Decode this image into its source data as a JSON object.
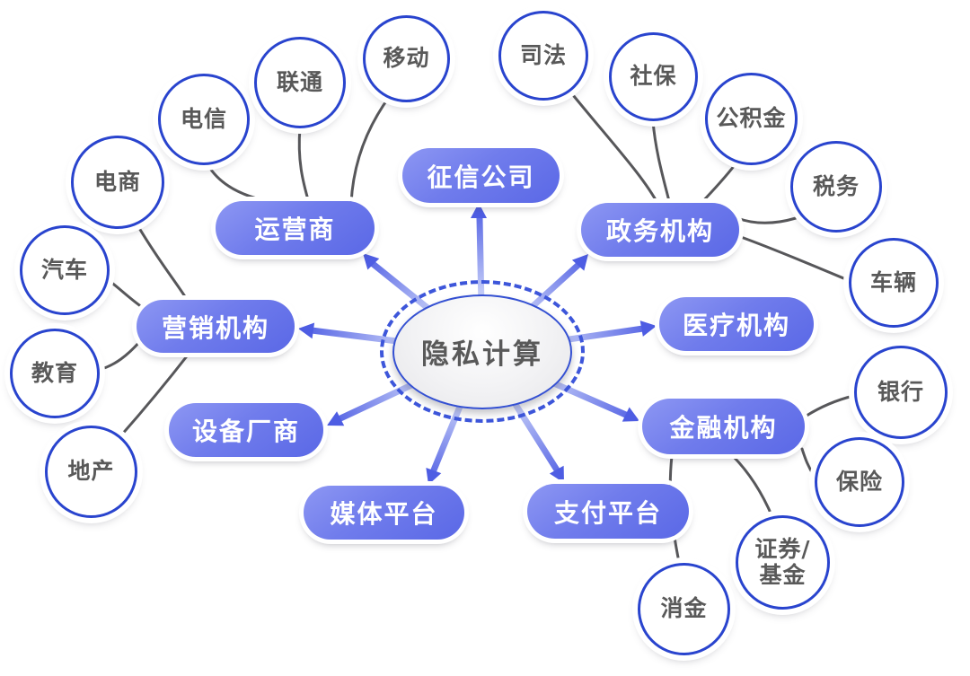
{
  "center": {
    "label": "隐私计算"
  },
  "categories": [
    {
      "label": "征信公司",
      "children": []
    },
    {
      "label": "运营商",
      "children": [
        "电信",
        "联通",
        "移动"
      ]
    },
    {
      "label": "政务机构",
      "children": [
        "司法",
        "社保",
        "公积金",
        "税务",
        "车辆"
      ]
    },
    {
      "label": "营销机构",
      "children": [
        "电商",
        "汽车",
        "教育",
        "地产"
      ]
    },
    {
      "label": "医疗机构",
      "children": []
    },
    {
      "label": "设备厂商",
      "children": []
    },
    {
      "label": "金融机构",
      "children": [
        "银行",
        "保险",
        "证券/基金",
        "消金"
      ]
    },
    {
      "label": "媒体平台",
      "children": []
    },
    {
      "label": "支付平台",
      "children": []
    }
  ],
  "colors": {
    "pill_gradient_light": "#8d97f3",
    "pill_gradient_dark": "#5a68e6",
    "leaf_border": "#2944ce",
    "branch_line": "#57575a",
    "center_connector": "#4e5de3",
    "dashed_ring": "#3d56da",
    "text_gray": "#595959"
  }
}
